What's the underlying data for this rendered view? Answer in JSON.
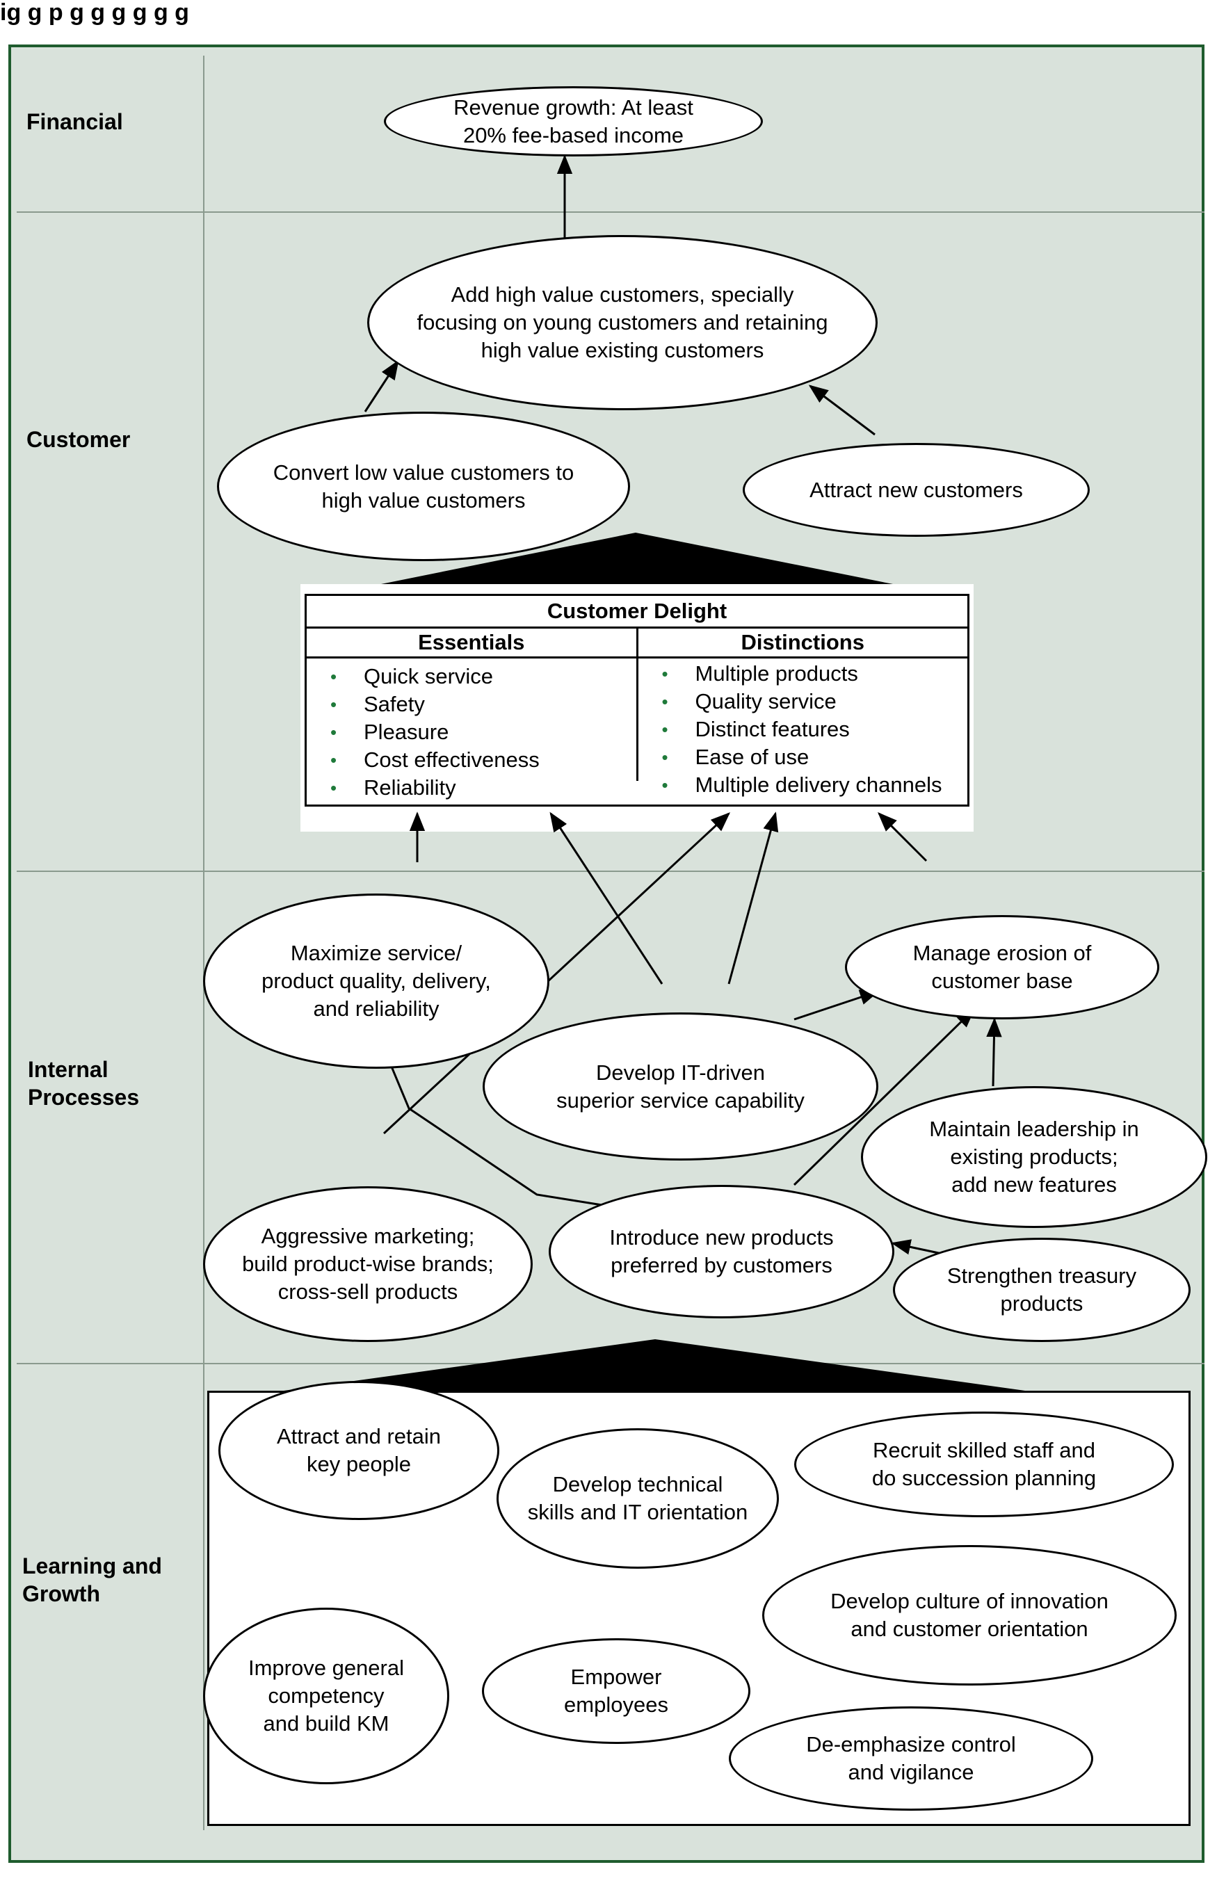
{
  "caption": "ig     g   p      g           g                                 g                    g g            g",
  "bands": {
    "financial": "Financial",
    "customer": "Customer",
    "internal": [
      "Internal",
      "Processes"
    ],
    "learning": [
      "Learning and",
      "Growth"
    ]
  },
  "nodes": {
    "revenue": [
      "Revenue growth: At least",
      "20% fee-based income"
    ],
    "add_high_value": [
      "Add high value customers, specially",
      "focusing on young customers and retaining",
      "high value existing customers"
    ],
    "convert_low": [
      "Convert low value customers to",
      "high value customers"
    ],
    "attract_new": [
      "Attract new customers"
    ],
    "maximize": [
      "Maximize service/",
      "product quality, delivery,",
      "and reliability"
    ],
    "manage_erosion": [
      "Manage erosion of",
      "customer base"
    ],
    "develop_it": [
      "Develop IT-driven",
      "superior service capability"
    ],
    "maintain_leadership": [
      "Maintain leadership in",
      "existing products;",
      "add new features"
    ],
    "aggressive": [
      "Aggressive marketing;",
      "build product-wise brands;",
      "cross-sell products"
    ],
    "introduce": [
      "Introduce new products",
      "preferred by customers"
    ],
    "treasury": [
      "Strengthen treasury",
      "products"
    ],
    "attract_retain": [
      "Attract and retain",
      "key people"
    ],
    "tech_skills": [
      "Develop technical",
      "skills and IT orientation"
    ],
    "recruit": [
      "Recruit skilled staff and",
      "do succession planning"
    ],
    "culture": [
      "Develop culture of innovation",
      "and customer orientation"
    ],
    "competency": [
      "Improve general",
      "competency",
      "and build KM"
    ],
    "empower": [
      "Empower",
      "employees"
    ],
    "deemphasize": [
      "De-emphasize control",
      "and vigilance"
    ]
  },
  "customer_delight": {
    "title": "Customer Delight",
    "essentials_header": "Essentials",
    "distinctions_header": "Distinctions",
    "essentials": [
      "Quick service",
      "Safety",
      "Pleasure",
      "Cost effectiveness",
      "Reliability"
    ],
    "distinctions": [
      "Multiple products",
      "Quality service",
      "Distinct features",
      "Ease of use",
      "Multiple delivery channels"
    ]
  },
  "colors": {
    "frame_border": "#1f5c2e",
    "background": "#d9e2db",
    "bullet": "#1f7a3a"
  }
}
